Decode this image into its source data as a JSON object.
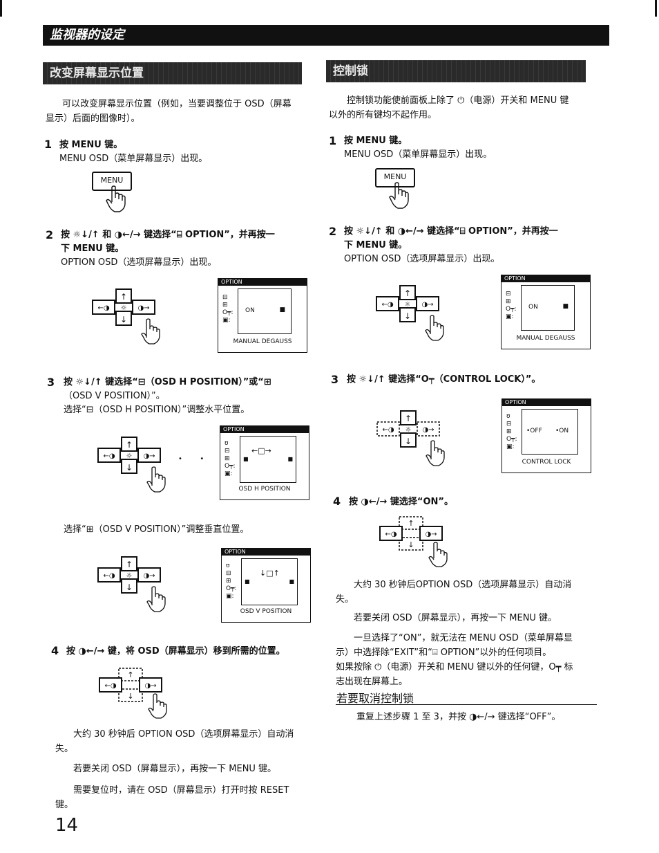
{
  "header": {
    "title": "监视器的设定"
  },
  "left": {
    "section_title": "改变屏幕显示位置",
    "intro": [
      "可以改变屏幕显示位置（例如，当要调整位于 OSD（屏幕",
      "显示）后面的图像时）。"
    ],
    "step1": {
      "num": "1",
      "line1": "按 MENU 键。",
      "line2": "MENU OSD（菜单屏幕显示）出现。",
      "button": "MENU"
    },
    "step2": {
      "num": "2",
      "line1": "按 ☼↓/↑ 和 ◑←/→ 键选择“⌸ OPTION”，并再按一",
      "line2": "下 MENU 键。",
      "line3": "OPTION OSD（选项屏幕显示）出现。",
      "osd": {
        "title": "OPTION",
        "value": "ON",
        "caption": "MANUAL DEGAUSS"
      }
    },
    "step3": {
      "num": "3",
      "line1": "按 ☼↓/↑ 键选择“⊟（OSD H POSITION）”或“⊞",
      "line2": "（OSD V POSITION）”。",
      "line3": "选择“⊟（OSD H POSITION）”调整水平位置。",
      "osd_h": {
        "title": "OPTION",
        "caption": "OSD H POSITION"
      },
      "v_line": "选择“⊞（OSD V POSITION）”调整垂直位置。",
      "osd_v": {
        "title": "OPTION",
        "caption": "OSD V POSITION"
      }
    },
    "step4": {
      "num": "4",
      "line1": "按 ◑←/→ 键，将 OSD（屏幕显示）移到所需的位置。"
    },
    "notes": [
      [
        "大约 30 秒钟后 OPTION OSD（选项屏幕显示）自动消",
        "失。"
      ],
      [
        "若要关闭 OSD（屏幕显示），再按一下 MENU 键。"
      ],
      [
        "需要复位时，请在 OSD（屏幕显示）打开时按 RESET",
        "键。"
      ]
    ]
  },
  "right": {
    "section_title": "控制锁",
    "intro": [
      "控制锁功能使前面板上除了 ⏻（电源）开关和 MENU 键",
      "以外的所有键均不起作用。"
    ],
    "step1": {
      "num": "1",
      "line1": "按 MENU 键。",
      "line2": "MENU OSD（菜单屏幕显示）出现。",
      "button": "MENU"
    },
    "step2": {
      "num": "2",
      "line1": "按 ☼↓/↑ 和 ◑←/→ 键选择“⌸ OPTION”，并再按一",
      "line2": "下 MENU 键。",
      "line3": "OPTION OSD（选项屏幕显示）出现。",
      "osd": {
        "title": "OPTION",
        "value": "ON",
        "caption": "MANUAL DEGAUSS"
      }
    },
    "step3": {
      "num": "3",
      "line1": "按 ☼↓/↑ 键选择“O┯（CONTROL LOCK）”。",
      "osd": {
        "title": "OPTION",
        "off": "•OFF",
        "on": "•ON",
        "caption": "CONTROL LOCK"
      }
    },
    "step4": {
      "num": "4",
      "line1": "按 ◑←/→ 键选择“ON”。"
    },
    "notes": [
      [
        "大约 30 秒钟后OPTION OSD（选项屏幕显示）自动消",
        "失。"
      ],
      [
        "若要关闭 OSD（屏幕显示），再按一下 MENU 键。"
      ],
      [
        "一旦选择了“ON”，就无法在 MENU OSD（菜单屏幕显",
        "示）中选择除“EXIT”和“⌸ OPTION”以外的任何项目。",
        "如果按除 ⏻（电源）开关和 MENU 键以外的任何键，O┯ 标",
        "志出现在屏幕上。"
      ]
    ],
    "cancel_heading": "若要取消控制锁",
    "cancel_text": "重复上述步骤 1 至 3，并按 ◑←/→ 键选择“OFF”。"
  },
  "page_number": "14"
}
